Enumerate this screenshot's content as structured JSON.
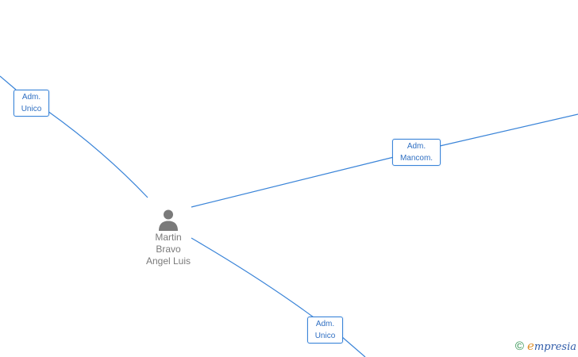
{
  "diagram": {
    "edges": [
      {
        "id": "top-left",
        "label": [
          "Adm.",
          "Unico"
        ]
      },
      {
        "id": "right",
        "label": [
          "Adm.",
          "Mancom."
        ]
      },
      {
        "id": "bottom",
        "label": [
          "Adm.",
          "Unico"
        ]
      }
    ],
    "person": {
      "name_lines": [
        "Martin",
        "Bravo",
        "Angel Luis"
      ],
      "icon": "person-icon"
    },
    "colors": {
      "edge": "#3a84d8",
      "label_text": "#2f6fc2",
      "person": "#7a7a7a"
    }
  },
  "watermark": {
    "symbol": "©",
    "brand_initial": "e",
    "brand_rest": "mpresia"
  }
}
